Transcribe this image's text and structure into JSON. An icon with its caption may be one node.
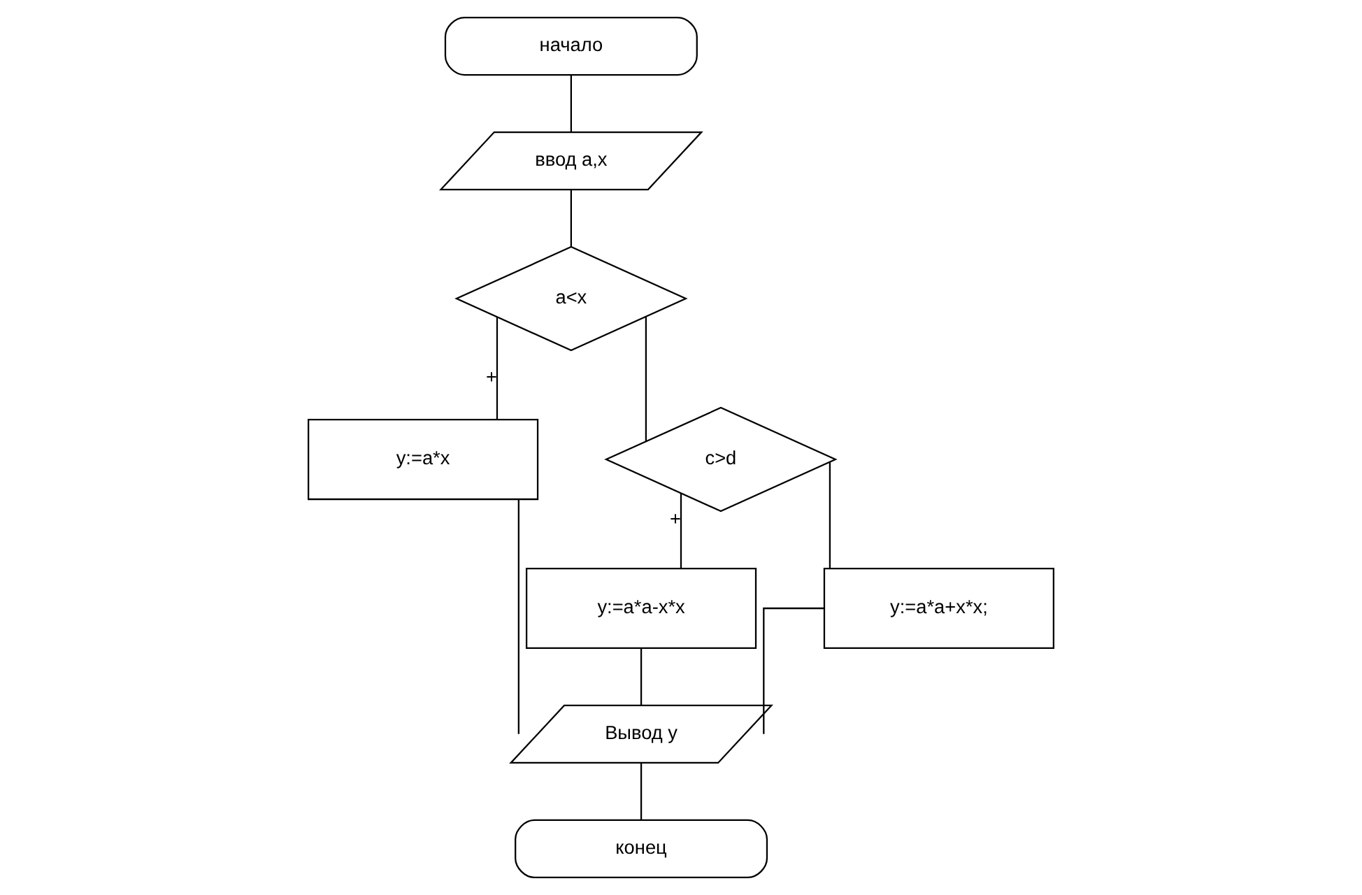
{
  "diagram": {
    "nodes": [
      {
        "text": [
          "начало"
        ]
      },
      {
        "text": [
          "ввод a,x"
        ]
      },
      {
        "text": [
          "a<x"
        ]
      },
      {
        "text": [
          "y:=a*x"
        ]
      },
      {
        "text": [
          "c>d"
        ]
      },
      {
        "text": [
          "y:=a*a-x*x"
        ]
      },
      {
        "text": [
          "y:=a*a+x*x;"
        ]
      },
      {
        "text": [
          "Вывод y"
        ]
      },
      {
        "text": [
          "конец"
        ]
      }
    ],
    "edges": [
      {
        "from": 0,
        "to": 1,
        "arrow": "none"
      },
      {
        "from": 1,
        "to": 2,
        "arrow": "none"
      },
      {
        "from": 2,
        "to": 3,
        "arrow": "none",
        "label": "+"
      },
      {
        "from": 2,
        "to": 4,
        "arrow": "none"
      },
      {
        "from": 4,
        "to": 5,
        "arrow": "none",
        "label": "+"
      },
      {
        "from": 4,
        "to": 6,
        "arrow": "none"
      },
      {
        "from": 3,
        "to": 7,
        "arrow": "none"
      },
      {
        "from": 5,
        "to": 7,
        "arrow": "none"
      },
      {
        "from": 6,
        "to": 7,
        "arrow": "none"
      },
      {
        "from": 7,
        "to": 8,
        "arrow": "none"
      }
    ]
  }
}
